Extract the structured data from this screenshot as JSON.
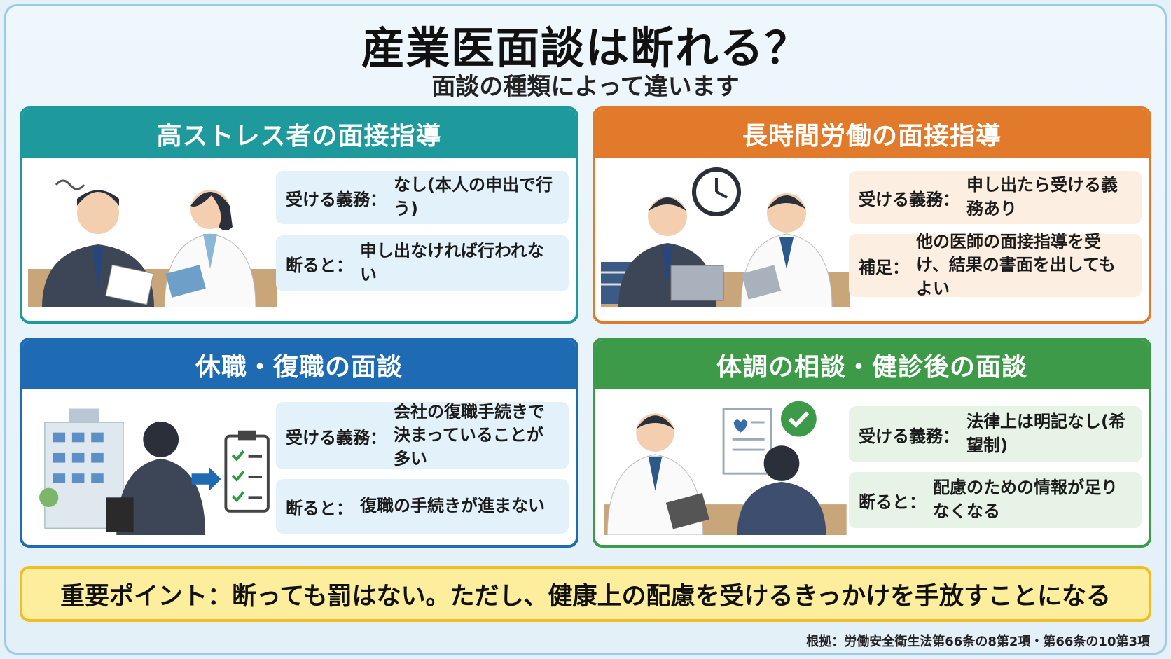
{
  "title": "産業医面談は断れる？",
  "subtitle": "面談の種類によって違います",
  "cards": [
    {
      "heading": "高ストレス者の面接指導",
      "rows": [
        {
          "key": "受ける義務：",
          "value": "なし(本人の申出で行う)"
        },
        {
          "key": "断ると：",
          "value": "申し出なければ行われない"
        }
      ]
    },
    {
      "heading": "長時間労働の面接指導",
      "rows": [
        {
          "key": "受ける義務：",
          "value": "申し出たら受ける義務あり"
        },
        {
          "key": "補足：",
          "value": "他の医師の面接指導を受け、結果の書面を出してもよい"
        }
      ]
    },
    {
      "heading": "休職・復職の面談",
      "rows": [
        {
          "key": "受ける義務：",
          "value": "会社の復職手続きで決まっていることが多い"
        },
        {
          "key": "断ると：",
          "value": "復職の手続きが進まない"
        }
      ]
    },
    {
      "heading": "体調の相談・健診後の面談",
      "rows": [
        {
          "key": "受ける義務：",
          "value": "法律上は明記なし(希望制)"
        },
        {
          "key": "断ると：",
          "value": "配慮のための情報が足りなくなる"
        }
      ]
    }
  ],
  "point": "重要ポイント：断っても罰はない。ただし、健康上の配慮を受けるきっかけを手放すことになる",
  "source": "根拠：労働安全衛生法第66条の8第2項・第66条の10第3項",
  "colors": {
    "teal": "#1f9a9c",
    "orange": "#e27a2b",
    "blue": "#1e6bb3",
    "green": "#3c9a48",
    "highlight": "#fcee9c"
  }
}
